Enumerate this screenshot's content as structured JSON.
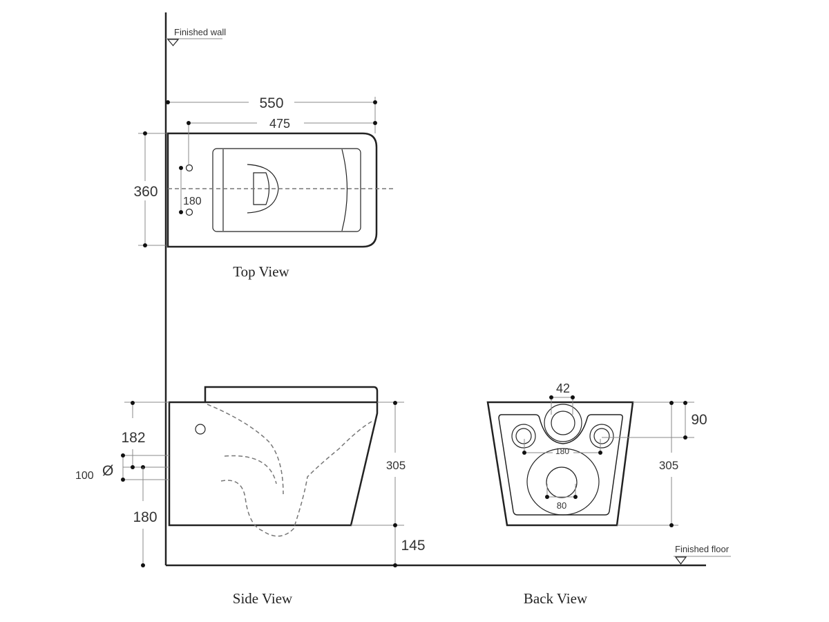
{
  "labels": {
    "finished_wall": "Finished wall",
    "finished_floor": "Finished floor",
    "top_view": "Top View",
    "side_view": "Side View",
    "back_view": "Back View"
  },
  "top_view_dims": {
    "overall_length": "550",
    "fixing_length": "475",
    "width": "360",
    "fixing_spacing": "180"
  },
  "side_view_dims": {
    "inlet_height": "182",
    "outlet_diameter_value": "100",
    "diameter_symbol": "Ø",
    "outlet_height": "180",
    "height": "305",
    "floor_gap": "145"
  },
  "back_view_dims": {
    "inlet_width": "42",
    "inlet_offset": "90",
    "height": "305",
    "fixing_spacing": "180",
    "outlet_width": "80"
  }
}
